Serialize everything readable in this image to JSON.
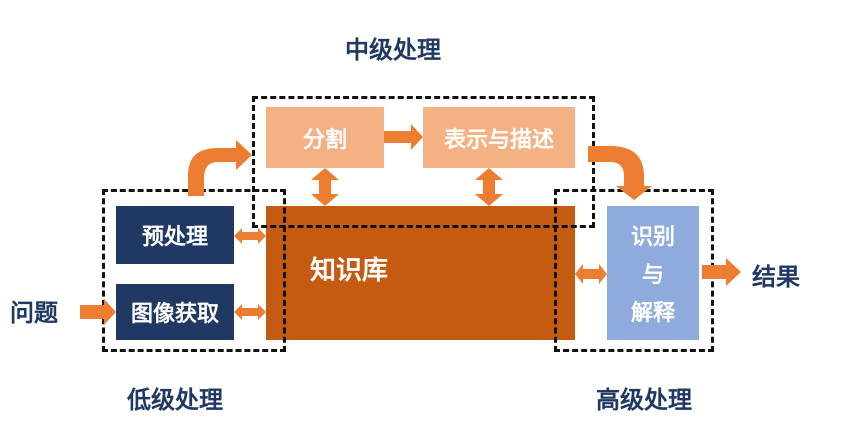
{
  "diagram": {
    "stages": {
      "mid": "中级处理",
      "low": "低级处理",
      "high": "高级处理"
    },
    "input_label": "问题",
    "output_label": "结果",
    "boxes": {
      "preprocess": "预处理",
      "acquisition": "图像获取",
      "segmentation": "分割",
      "representation": "表示与描述",
      "knowledge_base": "知识库",
      "recognition_line1": "识别",
      "recognition_line2": "与",
      "recognition_line3": "解释"
    },
    "colors": {
      "navy": "#203864",
      "peach": "#f4b183",
      "rust": "#c55a11",
      "light_blue": "#8faadc",
      "arrow_orange": "#ed7d31",
      "label_navy": "#1f3864"
    }
  }
}
